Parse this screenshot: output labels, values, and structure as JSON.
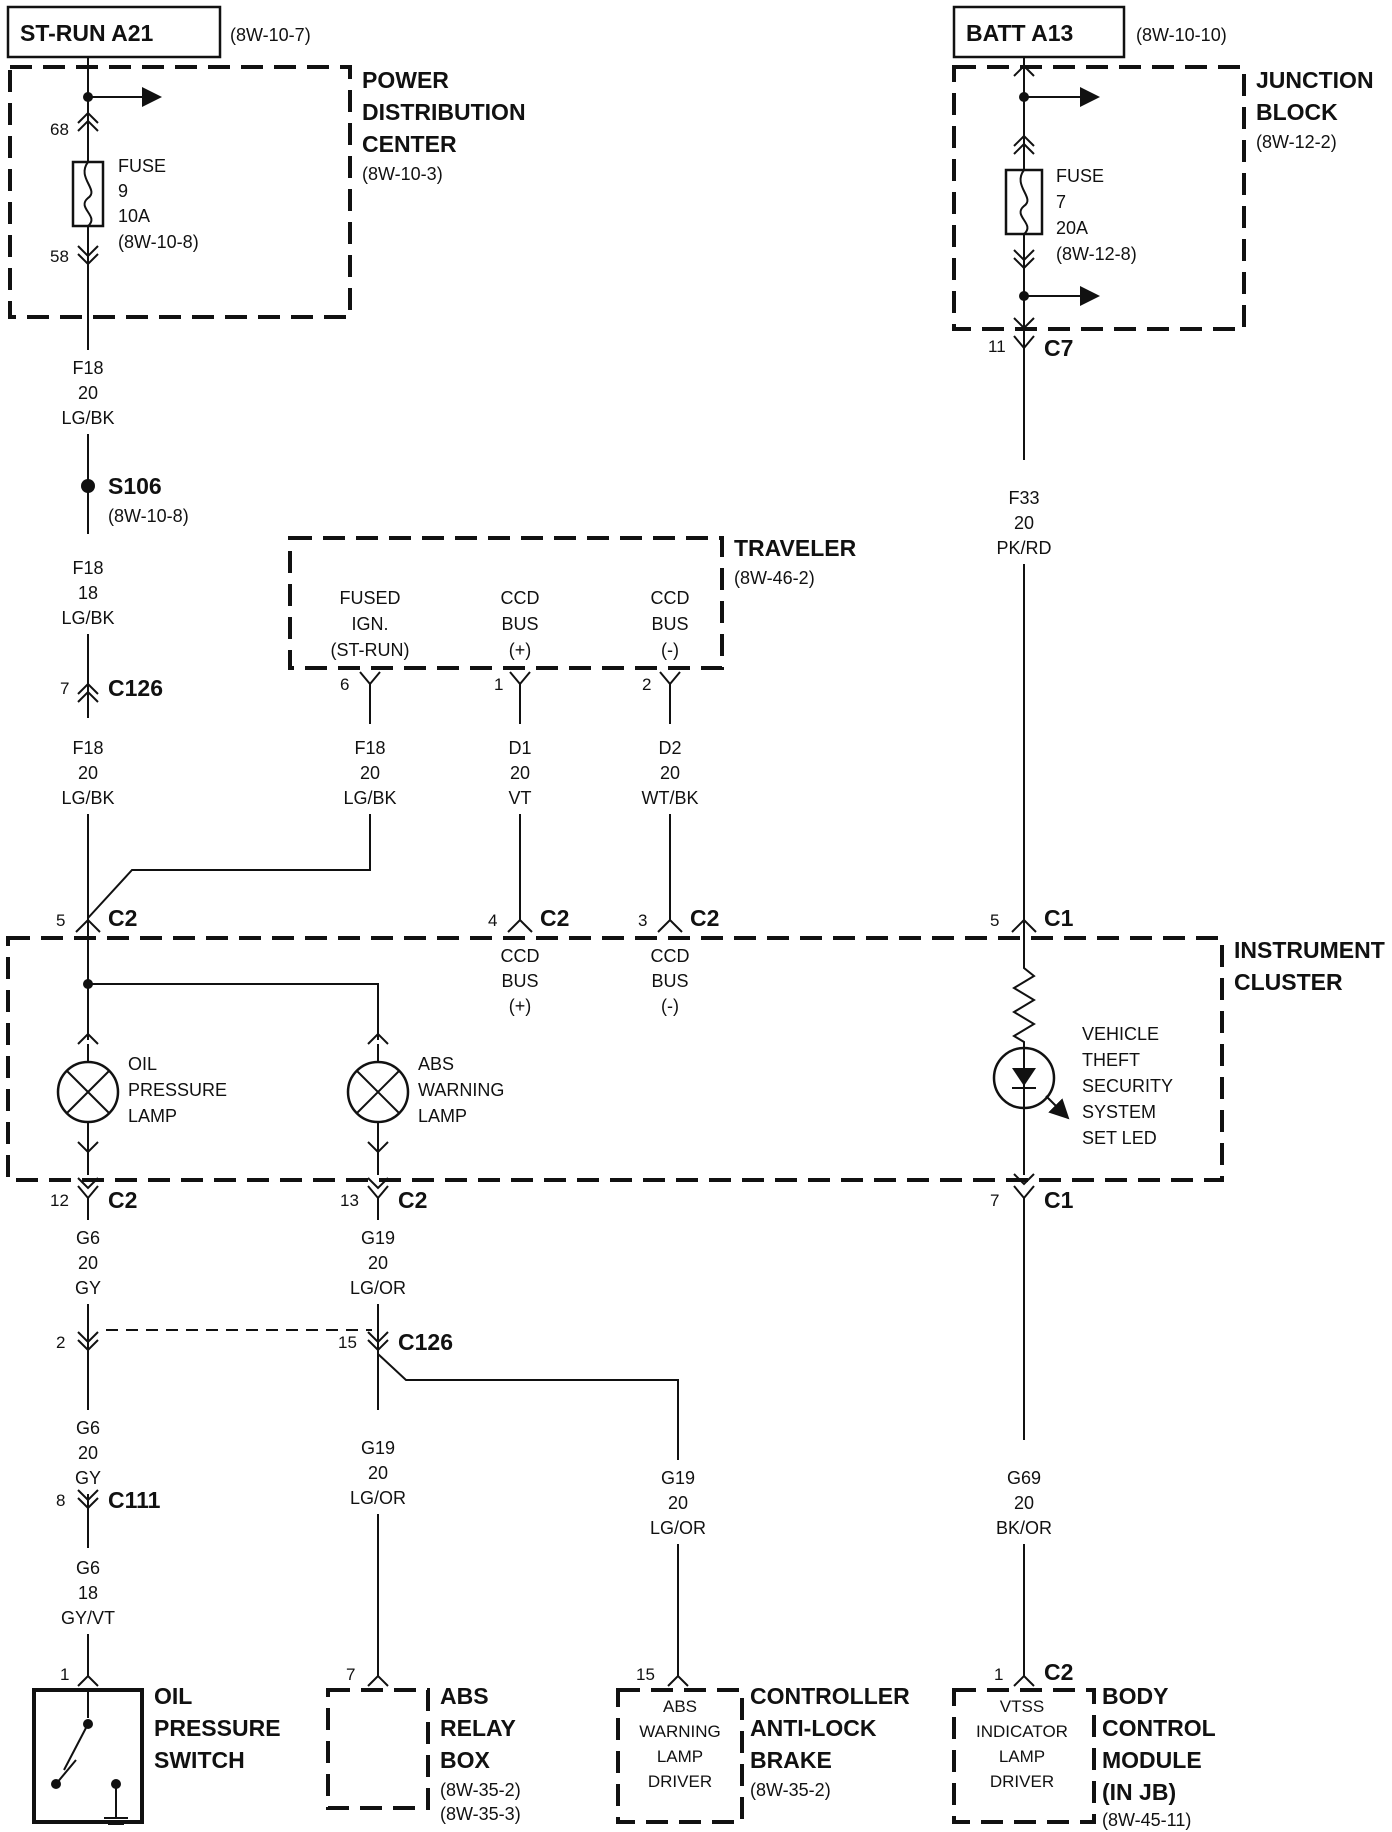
{
  "sources": {
    "st_run": {
      "label": "ST-RUN A21",
      "ref": "(8W-10-7)"
    },
    "batt": {
      "label": "BATT A13",
      "ref": "(8W-10-10)"
    }
  },
  "pdc": {
    "title": [
      "POWER",
      "DISTRIBUTION",
      "CENTER"
    ],
    "ref": "(8W-10-3)",
    "fuse": {
      "lines": [
        "FUSE",
        "9",
        "10A",
        "(8W-10-8)"
      ],
      "pin_in": "68",
      "pin_out": "58"
    }
  },
  "jb": {
    "title": [
      "JUNCTION",
      "BLOCK"
    ],
    "ref": "(8W-12-2)",
    "fuse": {
      "lines": [
        "FUSE",
        "7",
        "20A",
        "(8W-12-8)"
      ]
    },
    "connector": {
      "pin": "11",
      "name": "C7"
    }
  },
  "splice": {
    "name": "S106",
    "ref": "(8W-10-8)"
  },
  "wires": {
    "w1": [
      "F18",
      "20",
      "LG/BK"
    ],
    "w2": [
      "F18",
      "18",
      "LG/BK"
    ],
    "w3": [
      "F18",
      "20",
      "LG/BK"
    ],
    "w4": [
      "F18",
      "20",
      "LG/BK"
    ],
    "w5": [
      "D1",
      "20",
      "VT"
    ],
    "w6": [
      "D2",
      "20",
      "WT/BK"
    ],
    "w7": [
      "F33",
      "20",
      "PK/RD"
    ],
    "w8": [
      "G6",
      "20",
      "GY"
    ],
    "w9": [
      "G19",
      "20",
      "LG/OR"
    ],
    "w10": [
      "G6",
      "20",
      "GY"
    ],
    "w11": [
      "G6",
      "18",
      "GY/VT"
    ],
    "w12": [
      "G19",
      "20",
      "LG/OR"
    ],
    "w13": [
      "G19",
      "20",
      "LG/OR"
    ],
    "w14": [
      "G69",
      "20",
      "BK/OR"
    ]
  },
  "c126_top": {
    "pin": "7",
    "name": "C126"
  },
  "traveler": {
    "title": "TRAVELER",
    "ref": "(8W-46-2)",
    "pins": [
      {
        "pin": "6",
        "lines": [
          "FUSED",
          "IGN.",
          "(ST-RUN)"
        ]
      },
      {
        "pin": "1",
        "lines": [
          "CCD",
          "BUS",
          "(+)"
        ]
      },
      {
        "pin": "2",
        "lines": [
          "CCD",
          "BUS",
          "(-)"
        ]
      }
    ]
  },
  "cluster": {
    "title": [
      "INSTRUMENT",
      "CLUSTER"
    ],
    "in_connectors": [
      {
        "pin": "5",
        "name": "C2"
      },
      {
        "pin": "4",
        "name": "C2"
      },
      {
        "pin": "3",
        "name": "C2"
      },
      {
        "pin": "5",
        "name": "C1"
      }
    ],
    "ccd_pos": [
      "CCD",
      "BUS",
      "(+)"
    ],
    "ccd_neg": [
      "CCD",
      "BUS",
      "(-)"
    ],
    "oil_lamp": [
      "OIL",
      "PRESSURE",
      "LAMP"
    ],
    "abs_lamp": [
      "ABS",
      "WARNING",
      "LAMP"
    ],
    "vtss_led": [
      "VEHICLE",
      "THEFT",
      "SECURITY",
      "SYSTEM",
      "SET LED"
    ],
    "out_connectors": [
      {
        "pin": "12",
        "name": "C2"
      },
      {
        "pin": "13",
        "name": "C2"
      },
      {
        "pin": "7",
        "name": "C1"
      }
    ]
  },
  "c126_bottom": {
    "pin_left": "2",
    "pin_right": "15",
    "name": "C126"
  },
  "c111": {
    "pin": "8",
    "name": "C111"
  },
  "components": {
    "oil_switch": {
      "pin": "1",
      "title": [
        "OIL",
        "PRESSURE",
        "SWITCH"
      ]
    },
    "abs_relay": {
      "pin": "7",
      "title": [
        "ABS",
        "RELAY",
        "BOX"
      ],
      "refs": [
        "(8W-35-2)",
        "(8W-35-3)"
      ]
    },
    "cab": {
      "pin": "15",
      "inner": [
        "ABS",
        "WARNING",
        "LAMP",
        "DRIVER"
      ],
      "title": [
        "CONTROLLER",
        "ANTI-LOCK",
        "BRAKE"
      ],
      "ref": "(8W-35-2)"
    },
    "bcm": {
      "pin": "1",
      "conn": "C2",
      "inner": [
        "VTSS",
        "INDICATOR",
        "LAMP",
        "DRIVER"
      ],
      "title": [
        "BODY",
        "CONTROL",
        "MODULE",
        "(IN JB)"
      ],
      "ref": "(8W-45-11)"
    }
  }
}
